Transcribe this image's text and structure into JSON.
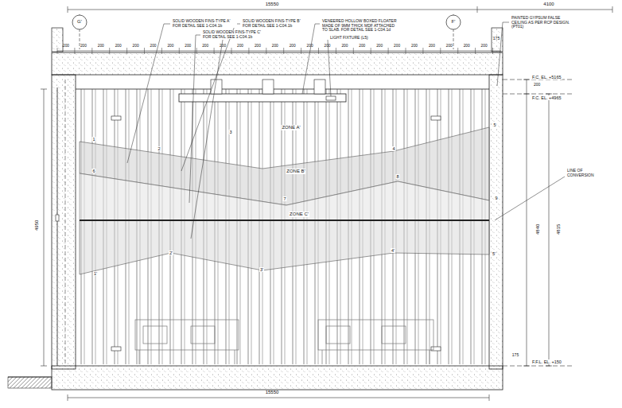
{
  "diagram": {
    "labels": [
      "15550",
      "4100",
      "G'",
      "F'",
      "SOLID WOODEN FINS-TYPE A' FOR DETAIL SEE 1-C04.1b",
      "SOLID WOODEN FINS-TYPE B' FOR DETAIL SEE 1-C04.1b",
      "SOLID WOODEN FINS-TYPE C' FOR DETAIL SEE 1-C04.1b",
      "VENEERED HOLLOW BOXED FLOATER MADE OF 9MM THICK MDF ATTACHED TO SLAB. FOR DETAIL SEE 1-C04.1d",
      "LIGHT FIXTURE (L5)",
      "PAINTED GYPSUM FALSE CEILING AS PER RCP DESIGN. (PT01)",
      "200",
      "200",
      "200",
      "200",
      "200",
      "200",
      "200",
      "200",
      "200",
      "200",
      "200",
      "200",
      "200",
      "200",
      "200",
      "200",
      "200",
      "200",
      "200",
      "200",
      "200",
      "200",
      "200",
      "200",
      "200",
      "175",
      "F.C. EL. +5165",
      "F.C. EL. +4965",
      "200",
      "4840",
      "4815",
      "175",
      "F.F.L. EL. +150",
      "LINE OF CONVERSION",
      "4950",
      "ZONE A'",
      "ZONE B'",
      "ZONE C'",
      "1",
      "2",
      "3",
      "4",
      "5",
      "6",
      "7",
      "8",
      "9",
      "1'",
      "2'",
      "3'",
      "4'",
      "5'",
      "15550"
    ]
  }
}
